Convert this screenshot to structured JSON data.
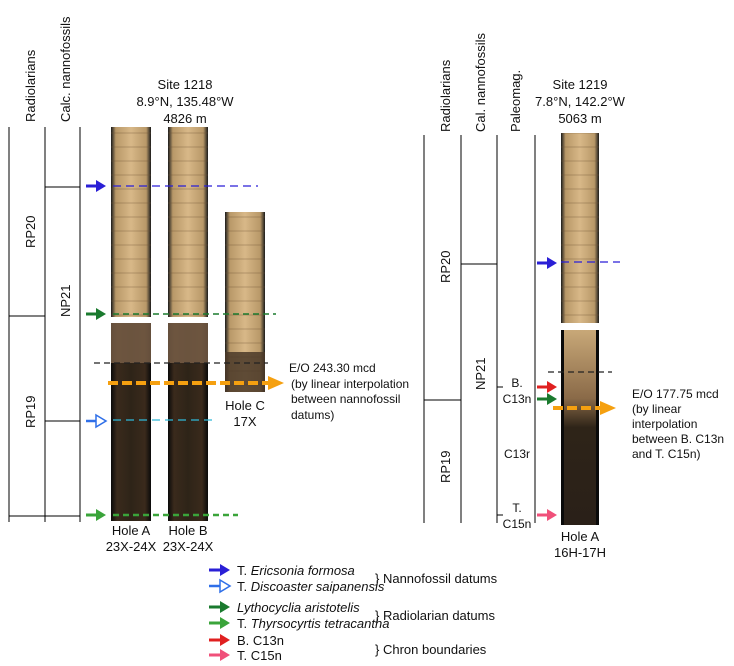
{
  "site1218": {
    "title": "Site 1218",
    "coords": "8.9°N, 135.48°W",
    "depth": "4826 m",
    "col_radiolarians": "Radiolarians",
    "col_nannofossils": "Calc. nannofossils",
    "zone_rp20": "RP20",
    "zone_rp19": "RP19",
    "zone_np21": "NP21",
    "hole_a": "Hole A",
    "hole_a_cores": "23X-24X",
    "hole_b": "Hole B",
    "hole_b_cores": "23X-24X",
    "hole_c": "Hole C",
    "hole_c_cores": "17X",
    "eo_line1": "E/O 243.30 mcd",
    "eo_line2": "(by linear interpolation",
    "eo_line3": "between nannofossil",
    "eo_line4": "datums)"
  },
  "site1219": {
    "title": "Site 1219",
    "coords": "7.8°N, 142.2°W",
    "depth": "5063 m",
    "col_radiolarians": "Radiolarians",
    "col_nannofossils": "Cal. nannofossils",
    "col_paleomag": "Paleomag.",
    "zone_rp20": "RP20",
    "zone_rp19": "RP19",
    "zone_np21": "NP21",
    "chron_b": "B.",
    "chron_c13n_upper": "C13n",
    "chron_c13r": "C13r",
    "chron_t": "T.",
    "chron_c15n": "C15n",
    "hole_a": "Hole A",
    "hole_a_cores": "16H-17H",
    "eo_line1": "E/O 177.75 mcd",
    "eo_line2": "(by linear",
    "eo_line3": "interpolation",
    "eo_line4": "between B. C13n",
    "eo_line5": "and T. C15n)"
  },
  "legend": {
    "item1_prefix": "T. ",
    "item1_name": "Ericsonia formosa",
    "item2_prefix": "T. ",
    "item2_name": "Discoaster saipanensis",
    "group1": "} Nannofossil datums",
    "item3_name": "Lythocyclia aristotelis",
    "item4_prefix": "T. ",
    "item4_name": "Thyrsocyrtis tetracantha",
    "group2": "} Radiolarian datums",
    "item5": "B. C13n",
    "item6": "T. C15n",
    "group3": "} Chron boundaries"
  },
  "colors": {
    "nannofossil_datum": "#2a1fd6",
    "nannofossil_datum_2": "#2f6fe8",
    "radiolarian_datum": "#1a7a2e",
    "radiolarian_datum_2": "#3aa43a",
    "chron_b_c13n": "#e02020",
    "chron_t_c15n": "#f0507a",
    "eo_line": "#f5a010",
    "core_light": "#c8a878",
    "core_dark": "#2a2018"
  }
}
